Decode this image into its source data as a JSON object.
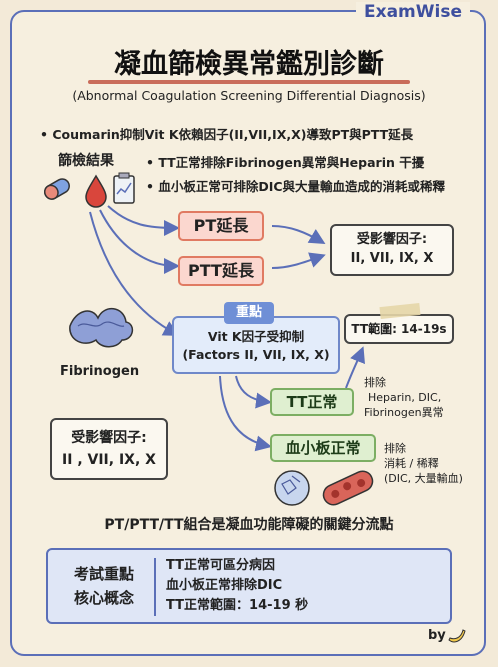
{
  "brand": "ExamWise",
  "title": "凝血篩檢異常鑑別診斷",
  "subtitle": "(Abnormal Coagulation Screening Differential Diagnosis)",
  "intro_bullet": "Coumarin抑制Vit K依賴因子(II,VII,IX,X)導致PT與PTT延長",
  "results_label": "篩檢結果",
  "result_bullets": [
    "TT正常排除Fibrinogen異常與Heparin 干擾",
    "血小板正常可排除DIC與大量輸血造成的消耗或稀釋"
  ],
  "pt_prolonged": "PT延長",
  "ptt_prolonged": "PTT延長",
  "affected_factors_top": {
    "label": "受影響因子:",
    "value": "II, VII, IX, X"
  },
  "affected_factors_left": {
    "label": "受影響因子:",
    "value": "II , VII, IX, X"
  },
  "key_tag": "重點",
  "vitk_box": {
    "line1": "Vit K因子受抑制",
    "line2": "(Factors II, VII, IX, X)"
  },
  "fibrinogen_label": "Fibrinogen",
  "tt_range_note": "TT範圍: 14-19s",
  "tt_normal": "TT正常",
  "tt_exclude": [
    "排除",
    "Heparin, DIC,",
    "Fibrinogen異常"
  ],
  "platelet_normal": "血小板正常",
  "platelet_exclude": [
    "排除",
    "消耗 / 稀釋",
    "(DIC, 大量輸血)"
  ],
  "key_statement": "PT/PTT/TT組合是凝血功能障礙的關鍵分流點",
  "exam_box": {
    "label_line1": "考試重點",
    "label_line2": "核心概念",
    "points": [
      "TT正常可區分病因",
      "血小板正常排除DIC",
      "TT正常範圍：14-19 秒"
    ]
  },
  "footer_by": "by",
  "colors": {
    "accent_blue": "#5b6fb8",
    "red": "#e07a62",
    "green": "#7cae63"
  }
}
